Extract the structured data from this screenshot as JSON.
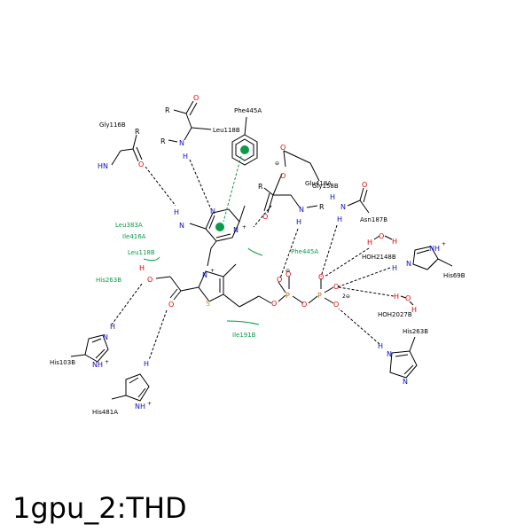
{
  "title": "1gpu_2:THD",
  "residues": [
    {
      "id": "gly116b",
      "label": "Gly116B",
      "color": "black"
    },
    {
      "id": "leu118b-top",
      "label": "Leu118B",
      "color": "black"
    },
    {
      "id": "phe445a-top",
      "label": "Phe445A",
      "color": "black"
    },
    {
      "id": "glu418a",
      "label": "Glu418A",
      "color": "black"
    },
    {
      "id": "gly158b",
      "label": "Gly158B",
      "color": "black"
    },
    {
      "id": "asn187b",
      "label": "Asn187B",
      "color": "black"
    },
    {
      "id": "hoh2148b",
      "label": "HOH2148B",
      "color": "black"
    },
    {
      "id": "his69b",
      "label": "His69B",
      "color": "black"
    },
    {
      "id": "hoh2027b",
      "label": "HOH2027B",
      "color": "black"
    },
    {
      "id": "his263b-right",
      "label": "His263B",
      "color": "black"
    },
    {
      "id": "his103b",
      "label": "His103B",
      "color": "black"
    },
    {
      "id": "his481a",
      "label": "His481A",
      "color": "black"
    },
    {
      "id": "leu383a",
      "label": "Leu383A",
      "color": "green"
    },
    {
      "id": "ile416a",
      "label": "Ile416A",
      "color": "green"
    },
    {
      "id": "leu118b-green",
      "label": "Leu118B",
      "color": "green"
    },
    {
      "id": "his263b-green",
      "label": "His263B",
      "color": "green"
    },
    {
      "id": "phe445a-green",
      "label": "Phe445A",
      "color": "green"
    },
    {
      "id": "ile191b",
      "label": "Ile191B",
      "color": "green"
    }
  ],
  "atoms": {
    "N": "N",
    "O": "O",
    "S": "S",
    "P": "P",
    "H": "H",
    "R": "R",
    "NH": "NH",
    "HN": "HN",
    "NH_plus": "NH",
    "O_H": "H"
  },
  "charges": {
    "plus": "+",
    "minus": "⊖",
    "two_minus": "2⊖"
  },
  "colors": {
    "nitrogen": "#1010c0",
    "oxygen": "#e00000",
    "sulfur": "#c8a000",
    "phosphorus": "#d06000",
    "hydrophobic": "#0a9a4a",
    "bond": "#000000"
  }
}
